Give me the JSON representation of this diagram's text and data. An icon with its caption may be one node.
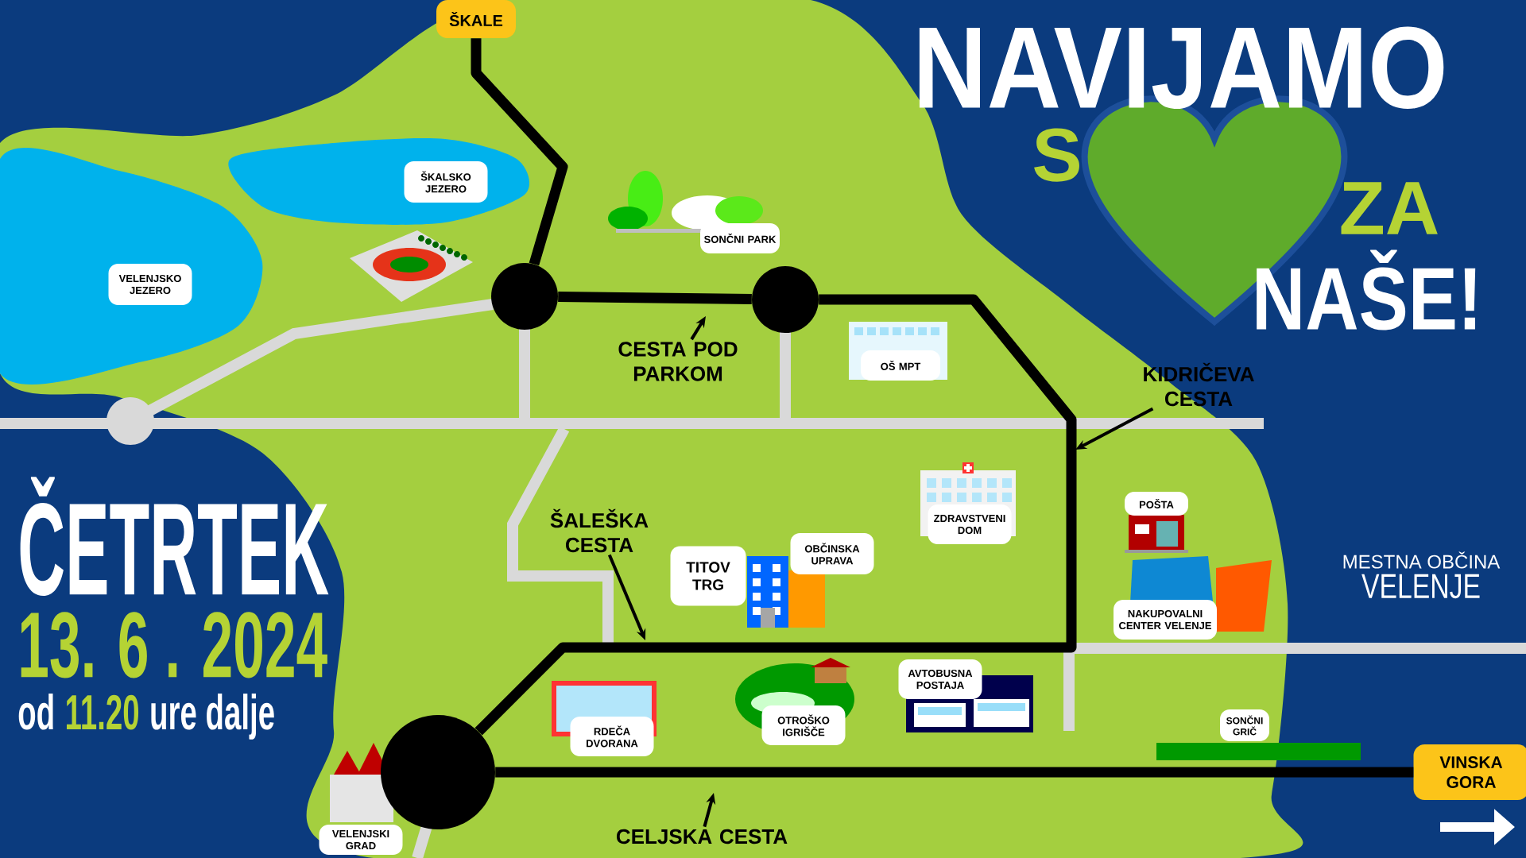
{
  "diagram": {
    "nodes": [
      {
        "text": [
          "ŠKALE"
        ]
      },
      {
        "text": [
          "ŠKALSKO JEZERO"
        ]
      },
      {
        "text": [
          "SONČNI PARK"
        ]
      },
      {
        "text": [
          "VELENJSKO JEZERO"
        ]
      },
      {
        "text": [],
        "shape": "circle"
      },
      {
        "text": [],
        "shape": "circle"
      },
      {
        "text": [
          "CESTA POD PARKOM"
        ]
      },
      {
        "text": [
          "OŠ MPT"
        ]
      },
      {
        "text": [
          "KIDRIČEVA CESTA"
        ]
      },
      {
        "text": [
          "POŠTA"
        ]
      },
      {
        "text": [
          "ZDRAVSTVENI DOM"
        ]
      },
      {
        "text": [
          "ŠALEŠKA CESTA"
        ]
      },
      {
        "text": [
          "OBČINSKA UPRAVA"
        ]
      },
      {
        "text": [
          "TITOV TRG"
        ]
      },
      {
        "text": [
          "NAKUPOVALNI CENTER VELENJE"
        ]
      },
      {
        "text": [
          "AVTOBUSNA POSTAJA"
        ]
      },
      {
        "text": [
          "RDEČA DVORANA"
        ]
      },
      {
        "text": [
          "OTROŠKO IGRIŠČE"
        ]
      },
      {
        "text": [
          "SONČNI GRIČ"
        ]
      },
      {
        "text": [],
        "shape": "circle"
      },
      {
        "text": [
          "VINSKA GORA"
        ]
      },
      {
        "text": [
          "VELENJSKI GRAD"
        ]
      },
      {
        "text": [
          "CELJSKA CESTA"
        ]
      }
    ],
    "edges": [
      {
        "from": 0,
        "to": 4,
        "arrow": "none",
        "style": "thick"
      },
      {
        "from": 4,
        "to": 5,
        "arrow": "none",
        "style": "thick"
      },
      {
        "from": 5,
        "to": 19,
        "arrow": "none",
        "style": "thick"
      },
      {
        "from": 19,
        "to": 20,
        "arrow": "none",
        "style": "thick"
      },
      {
        "from": 6,
        "to": null,
        "arrow": "to"
      },
      {
        "from": 8,
        "to": null,
        "arrow": "to"
      },
      {
        "from": 11,
        "to": null,
        "arrow": "to"
      },
      {
        "from": 22,
        "to": null,
        "arrow": "to"
      }
    ],
    "labels": [
      "NAVIJAMO",
      "S",
      "ZA",
      "NAŠE!",
      "ČETRTEK",
      "13. 6 . 2024",
      "od",
      "11.20",
      "ure dalje",
      "MESTNA OBČINA",
      "VELENJE"
    ]
  }
}
